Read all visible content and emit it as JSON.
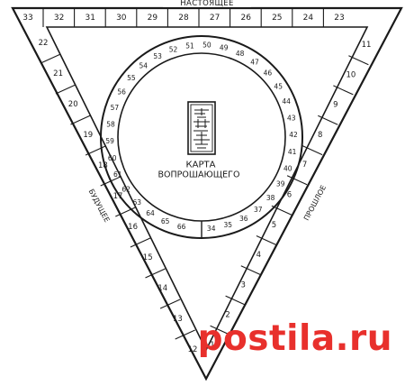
{
  "labels": {
    "top": "НАСТОЯЩЕЕ",
    "left": "БУДУЩЕЕ",
    "right": "ПРОШЛОЕ",
    "center_line1": "КАРТА",
    "center_line2": "ВОПРОШАЮЩЕГО"
  },
  "top_numbers": [
    "33",
    "32",
    "31",
    "30",
    "29",
    "28",
    "27",
    "26",
    "25",
    "24",
    "23"
  ],
  "left_numbers": [
    "22",
    "21",
    "20",
    "19",
    "18",
    "17",
    "16",
    "15",
    "14",
    "13",
    "12"
  ],
  "right_numbers": [
    "11",
    "10",
    "9",
    "8",
    "7",
    "6",
    "5",
    "4",
    "3",
    "2",
    "1"
  ],
  "ring_numbers": [
    "34",
    "35",
    "36",
    "37",
    "38",
    "39",
    "40",
    "41",
    "42",
    "43",
    "44",
    "45",
    "46",
    "47",
    "48",
    "49",
    "50",
    "51",
    "52",
    "53",
    "54",
    "55",
    "56",
    "57",
    "58",
    "59",
    "60",
    "61",
    "62",
    "63",
    "64",
    "65",
    "66"
  ],
  "watermark": "postila.ru",
  "icons": {
    "center_card": "card-icon"
  }
}
